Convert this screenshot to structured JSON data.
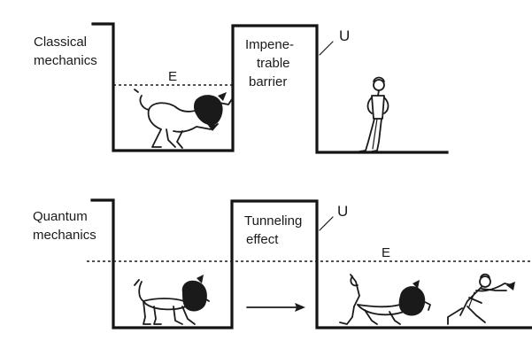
{
  "top_panel": {
    "side_label_line1": "Classical",
    "side_label_line2": "mechanics",
    "energy_label": "E",
    "barrier_label_line1": "Impene-",
    "barrier_label_line2": "trable",
    "barrier_label_line3": "barrier",
    "potential_label": "U"
  },
  "bottom_panel": {
    "side_label_line1": "Quantum",
    "side_label_line2": "mechanics",
    "barrier_label_line1": "Tunneling",
    "barrier_label_line2": "effect",
    "potential_label": "U",
    "energy_label": "E"
  }
}
